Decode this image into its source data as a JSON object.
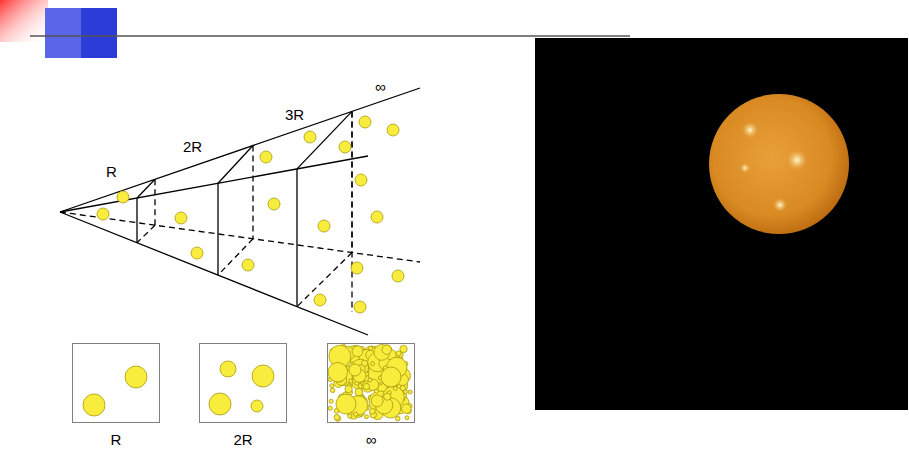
{
  "diagram": {
    "nodes": [
      {
        "text": [
          "R"
        ]
      },
      {
        "text": [
          "2R"
        ]
      },
      {
        "text": [
          "∞"
        ]
      }
    ],
    "labels": [
      "R",
      "2R",
      "3R",
      "∞"
    ]
  }
}
